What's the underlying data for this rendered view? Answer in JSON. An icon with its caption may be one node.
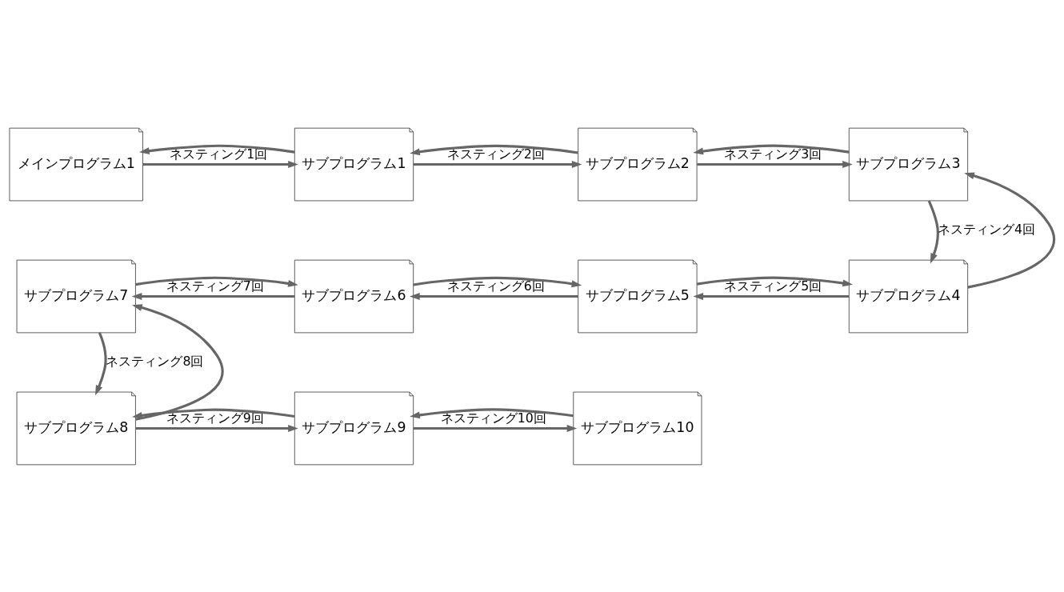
{
  "diagram": {
    "nodes": [
      {
        "text": [
          "メインプログラム1"
        ]
      },
      {
        "text": [
          "サブプログラム1"
        ]
      },
      {
        "text": [
          "サブプログラム2"
        ]
      },
      {
        "text": [
          "サブプログラム3"
        ]
      },
      {
        "text": [
          "サブプログラム4"
        ]
      },
      {
        "text": [
          "サブプログラム5"
        ]
      },
      {
        "text": [
          "サブプログラム6"
        ]
      },
      {
        "text": [
          "サブプログラム7"
        ]
      },
      {
        "text": [
          "サブプログラム8"
        ]
      },
      {
        "text": [
          "サブプログラム9"
        ]
      },
      {
        "text": [
          "サブプログラム10"
        ]
      }
    ],
    "edges": [
      {
        "from": 0,
        "to": 1,
        "arrow": "to",
        "label": "ネスティング1回"
      },
      {
        "from": 1,
        "to": 0,
        "arrow": "to"
      },
      {
        "from": 1,
        "to": 2,
        "arrow": "to",
        "label": "ネスティング2回"
      },
      {
        "from": 2,
        "to": 1,
        "arrow": "to"
      },
      {
        "from": 2,
        "to": 3,
        "arrow": "to",
        "label": "ネスティング3回"
      },
      {
        "from": 3,
        "to": 2,
        "arrow": "to"
      },
      {
        "from": 3,
        "to": 4,
        "arrow": "to",
        "label": "ネスティング4回"
      },
      {
        "from": 4,
        "to": 3,
        "arrow": "to"
      },
      {
        "from": 4,
        "to": 5,
        "arrow": "to",
        "label": "ネスティング5回"
      },
      {
        "from": 5,
        "to": 4,
        "arrow": "to"
      },
      {
        "from": 5,
        "to": 6,
        "arrow": "to",
        "label": "ネスティング6回"
      },
      {
        "from": 6,
        "to": 5,
        "arrow": "to"
      },
      {
        "from": 6,
        "to": 7,
        "arrow": "to",
        "label": "ネスティング7回"
      },
      {
        "from": 7,
        "to": 6,
        "arrow": "to"
      },
      {
        "from": 7,
        "to": 8,
        "arrow": "to",
        "label": "ネスティング8回"
      },
      {
        "from": 8,
        "to": 7,
        "arrow": "to"
      },
      {
        "from": 8,
        "to": 9,
        "arrow": "to",
        "label": "ネスティング9回"
      },
      {
        "from": 9,
        "to": 8,
        "arrow": "to"
      },
      {
        "from": 9,
        "to": 10,
        "arrow": "to",
        "label": "ネスティング10回"
      },
      {
        "from": 10,
        "to": 9,
        "arrow": "to"
      }
    ]
  }
}
